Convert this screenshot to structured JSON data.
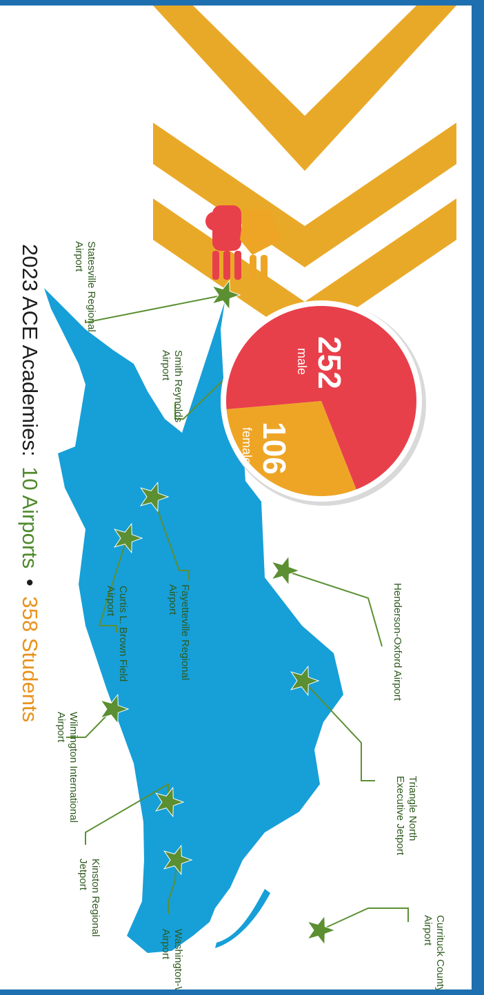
{
  "title": {
    "prefix": "2023 ACE Academies:",
    "airports": "10 Airports",
    "bullet": "•",
    "students": "358 Students"
  },
  "colors": {
    "map": "#179fd8",
    "star": "#5b8f32",
    "male": "#e8404a",
    "female": "#eea526",
    "chevron": "#e9a928",
    "title_text": "#1c1c1c",
    "green_text": "#4f8a2c",
    "orange_text": "#e8921c",
    "label_text": "#2d5a1e",
    "frame": "#1e6fb0"
  },
  "gender": {
    "male_count": "252",
    "male_label": "male",
    "female_count": "106",
    "female_label": "female",
    "male_value": 252,
    "female_value": 106
  },
  "airports": [
    {
      "lines": [
        "Statesville Regional",
        "Airport"
      ]
    },
    {
      "lines": [
        "Smith Reynolds",
        "Airport"
      ]
    },
    {
      "lines": [
        "Henderson-Oxford Airport"
      ]
    },
    {
      "lines": [
        "Triangle North",
        "Executive Jetport"
      ]
    },
    {
      "lines": [
        "Currituck County Regional",
        "Airport"
      ]
    },
    {
      "lines": [
        "Fayetteville Regional",
        "Airport"
      ]
    },
    {
      "lines": [
        "Curtis L. Brown Field",
        "Airport"
      ]
    },
    {
      "lines": [
        "Wilmington International",
        "Airport"
      ]
    },
    {
      "lines": [
        "Kinston Regional",
        "Jetport"
      ]
    },
    {
      "lines": [
        "Washington-Warren",
        "Airport"
      ]
    }
  ],
  "icons": {
    "people": "male-female-people-icon",
    "star": "star-icon",
    "chevrons": "chevron-band-decoration"
  }
}
